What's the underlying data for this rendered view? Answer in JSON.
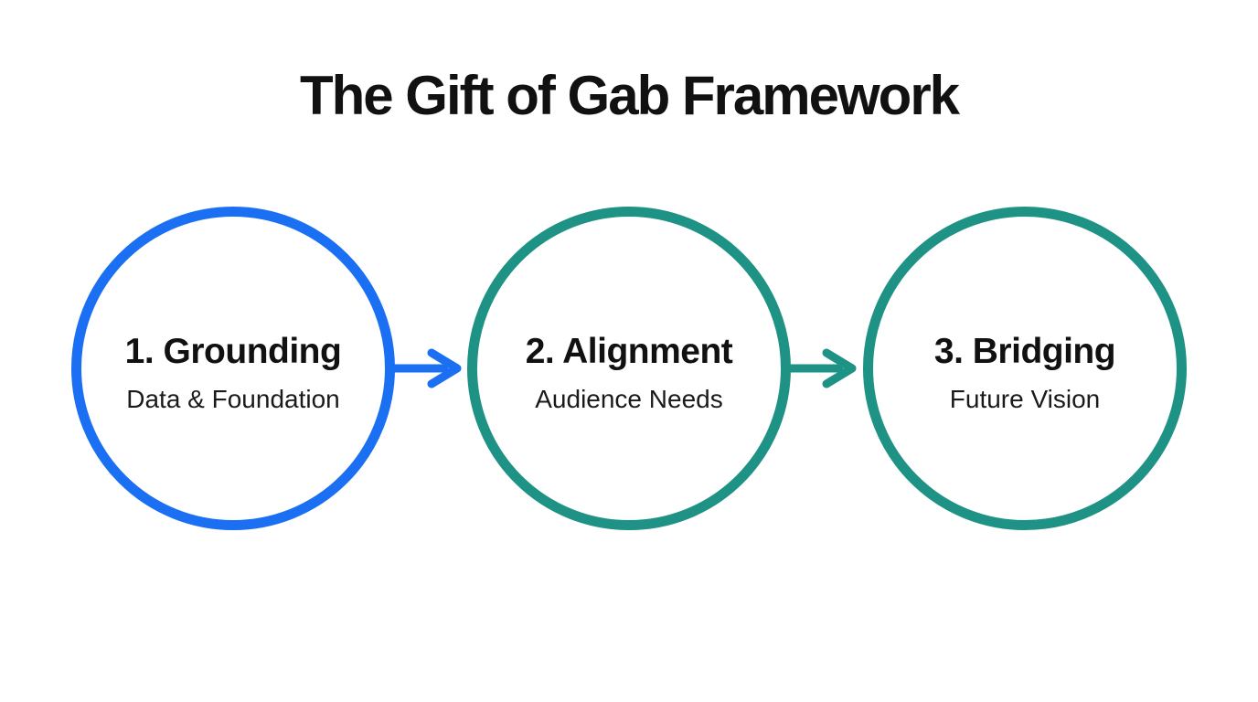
{
  "slide": {
    "title": "The Gift of Gab Framework"
  },
  "colors": {
    "blue_accent": "#1a6ff2",
    "teal_accent": "#1f9286",
    "text": "#111111",
    "background": "#ffffff"
  },
  "steps": [
    {
      "heading": "1. Grounding",
      "subtitle": "Data & Foundation",
      "accent_color": "#1a6ff2"
    },
    {
      "heading": "2. Alignment",
      "subtitle": "Audience Needs",
      "accent_color": "#1f9286"
    },
    {
      "heading": "3. Bridging",
      "subtitle": "Future Vision",
      "accent_color": "#1f9286"
    }
  ],
  "arrows": [
    {
      "name": "arrow-step1-to-step2",
      "color": "#1a6ff2"
    },
    {
      "name": "arrow-step2-to-step3",
      "color": "#1f9286"
    }
  ]
}
